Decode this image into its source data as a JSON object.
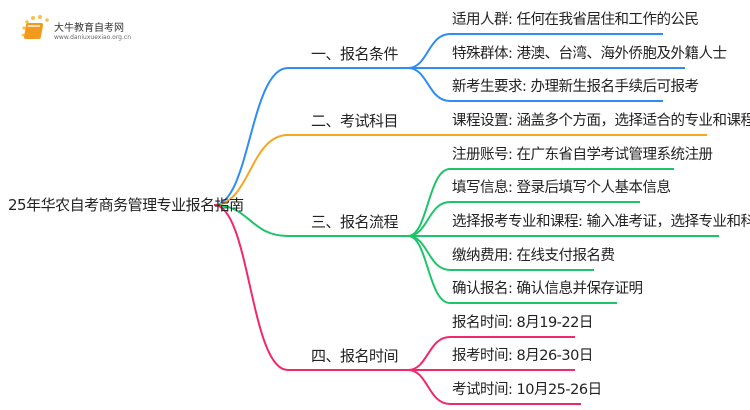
{
  "logo": {
    "title": "大牛教育自考网",
    "url": "www.daniuxuexiao.org.cn"
  },
  "root": "25年华农自考商务管理专业报名指南",
  "colors": {
    "blue": "#2f8cf5",
    "orange": "#f5a623",
    "green": "#1ec46a",
    "pink": "#f0286e"
  },
  "branches": [
    {
      "label": "一、报名条件",
      "color": "blue",
      "leaves": [
        "适用人群: 任何在我省居住和工作的公民",
        "特殊群体: 港澳、台湾、海外侨胞及外籍人士",
        "新考生要求: 办理新生报名手续后可报考"
      ]
    },
    {
      "label": "二、考试科目",
      "color": "orange",
      "leaves": [
        "课程设置: 涵盖多个方面，选择适合的专业和课程"
      ]
    },
    {
      "label": "三、报名流程",
      "color": "green",
      "leaves": [
        "注册账号: 在广东省自学考试管理系统注册",
        "填写信息: 登录后填写个人基本信息",
        "选择报考专业和课程: 输入准考证，选择专业和科目",
        "缴纳费用: 在线支付报名费",
        "确认报名: 确认信息并保存证明"
      ]
    },
    {
      "label": "四、报名时间",
      "color": "pink",
      "leaves": [
        "报名时间: 8月19-22日",
        "报考时间: 8月26-30日",
        "考试时间: 10月25-26日"
      ]
    }
  ]
}
